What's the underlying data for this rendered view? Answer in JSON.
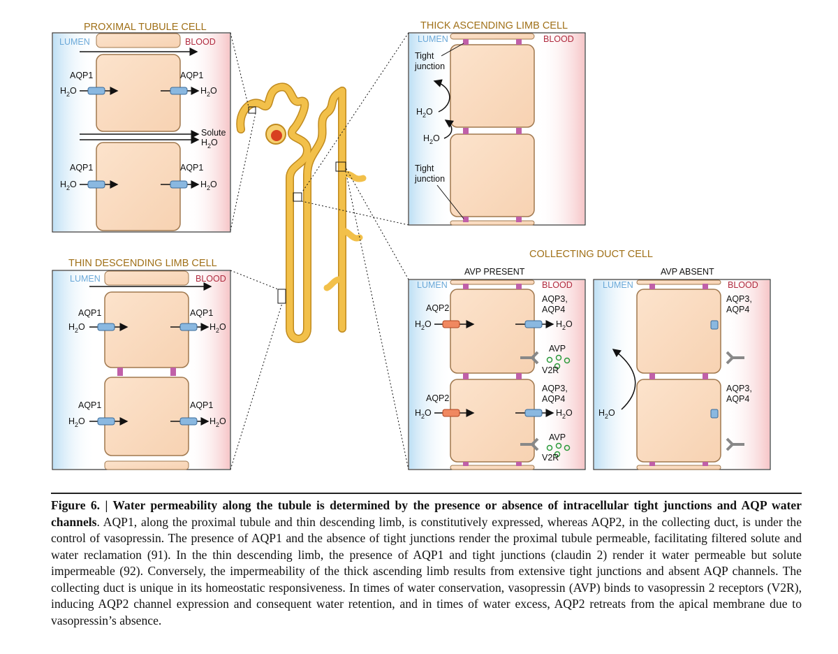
{
  "panels": {
    "proximal": {
      "title": "PROXIMAL TUBULE CELL",
      "lumen": "LUMEN",
      "blood": "BLOOD",
      "aqp_left": "AQP1",
      "aqp_right": "AQP1",
      "solute": "Solute",
      "water_paracellular": "H"
    },
    "thin": {
      "title": "THIN DESCENDING LIMB CELL",
      "lumen": "LUMEN",
      "blood": "BLOOD",
      "aqp_left": "AQP1",
      "aqp_right": "AQP1"
    },
    "thick": {
      "title": "THICK ASCENDING LIMB CELL",
      "lumen": "LUMEN",
      "blood": "BLOOD",
      "tight_junction_1": "Tight",
      "tight_junction_2": "junction"
    },
    "collecting": {
      "title": "COLLECTING DUCT CELL",
      "present": {
        "header": "AVP PRESENT",
        "lumen": "LUMEN",
        "blood": "BLOOD",
        "aqp_apical": "AQP2",
        "aqp_baso_1": "AQP3,",
        "aqp_baso_2": "AQP4",
        "avp": "AVP",
        "receptor": "V2R"
      },
      "absent": {
        "header": "AVP ABSENT",
        "lumen": "LUMEN",
        "blood": "BLOOD",
        "aqp_baso_1": "AQP3,",
        "aqp_baso_2": "AQP4"
      }
    }
  },
  "water_label": "H2O",
  "caption": {
    "lead": "Figure 6.",
    "bold": "Water permeability along the tubule is determined by the presence or absence of intracellular tight junctions and AQP water channels",
    "body": ". AQP1, along the proximal tubule and thin descending limb, is constitutively expressed, whereas AQP2, in the collecting duct, is under the control of vasopressin. The presence of AQP1 and the absence of tight junctions render the proximal tubule permeable, facilitating filtered solute and water reclamation (91). In the thin descending limb, the presence of AQP1 and tight junctions (claudin 2) render it water permeable but solute impermeable (92). Conversely, the impermeability of the thick ascending limb results from extensive tight junctions and absent AQP channels. The collecting duct is unique in its homeostatic responsiveness. In times of water conservation, vasopressin (AVP) binds to vasopressin 2 receptors (V2R), inducing AQP2 channel expression and consequent water retention, and in times of water excess, AQP2 retreats from the apical membrane due to vasopressin’s absence."
  }
}
